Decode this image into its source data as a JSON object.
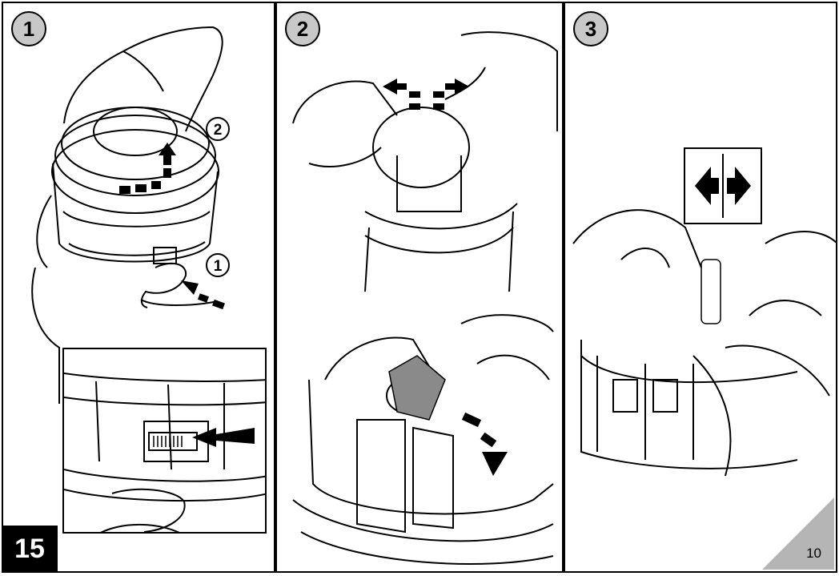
{
  "panels": [
    {
      "step": "1",
      "substeps": [
        "2",
        "1"
      ]
    },
    {
      "step": "2"
    },
    {
      "step": "3"
    }
  ],
  "section_number": "15",
  "page_number": "10",
  "colors": {
    "step_circle": "#c8c8c8",
    "corner_triangle": "#b5b5b5",
    "section_box": "#000000"
  }
}
